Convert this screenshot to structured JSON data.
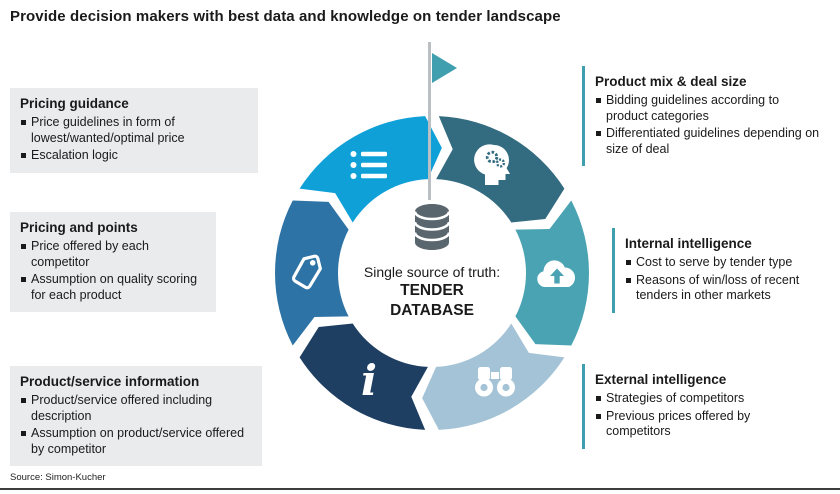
{
  "page": {
    "title": "Provide decision makers with best data and knowledge on tender landscape",
    "source": "Source: Simon-Kucher"
  },
  "center": {
    "line1": "Single source of truth:",
    "line2": "TENDER",
    "line3": "DATABASE",
    "icon": "database-icon"
  },
  "colors": {
    "accent_teal": "#3f9fae",
    "box_gray": "#e9ebec",
    "pole_gray": "#b9bfc3",
    "database_icon": "#5a666e",
    "text": "#1a1a1a",
    "bottom_rule": "#3d3d3d"
  },
  "diagram": {
    "flow": "clockwise",
    "segments": [
      {
        "name": "list",
        "icon": "list-icon",
        "color": "#0fa0d8"
      },
      {
        "name": "head-gears",
        "icon": "head-gears-icon",
        "color": "#336b80"
      },
      {
        "name": "cloud-upload",
        "icon": "cloud-upload-icon",
        "color": "#4aa3b2"
      },
      {
        "name": "binoculars",
        "icon": "binoculars-icon",
        "color": "#a4c3d6"
      },
      {
        "name": "info",
        "icon": "info-icon",
        "color": "#1e3f62"
      },
      {
        "name": "price-tag",
        "icon": "price-tag-icon",
        "color": "#2e73a5"
      }
    ]
  },
  "boxes": {
    "left": [
      {
        "title": "Pricing guidance",
        "bullets": [
          "Price guidelines in form of lowest/wanted/optimal price",
          "Escalation logic"
        ]
      },
      {
        "title": "Pricing and points",
        "bullets": [
          "Price offered by each competitor",
          "Assumption on quality scoring for each product"
        ]
      },
      {
        "title": "Product/service information",
        "bullets": [
          "Product/service offered including description",
          "Assumption on product/service offered by competitor"
        ]
      }
    ],
    "right": [
      {
        "title": "Product mix & deal size",
        "bullets": [
          "Bidding guidelines according to product categories",
          "Differentiated guidelines depending on size of deal"
        ]
      },
      {
        "title": "Internal intelligence",
        "bullets": [
          "Cost to serve by tender type",
          "Reasons of win/loss of recent tenders in other markets"
        ]
      },
      {
        "title": "External intelligence",
        "bullets": [
          "Strategies of competitors",
          "Previous prices offered by competitors"
        ]
      }
    ]
  }
}
